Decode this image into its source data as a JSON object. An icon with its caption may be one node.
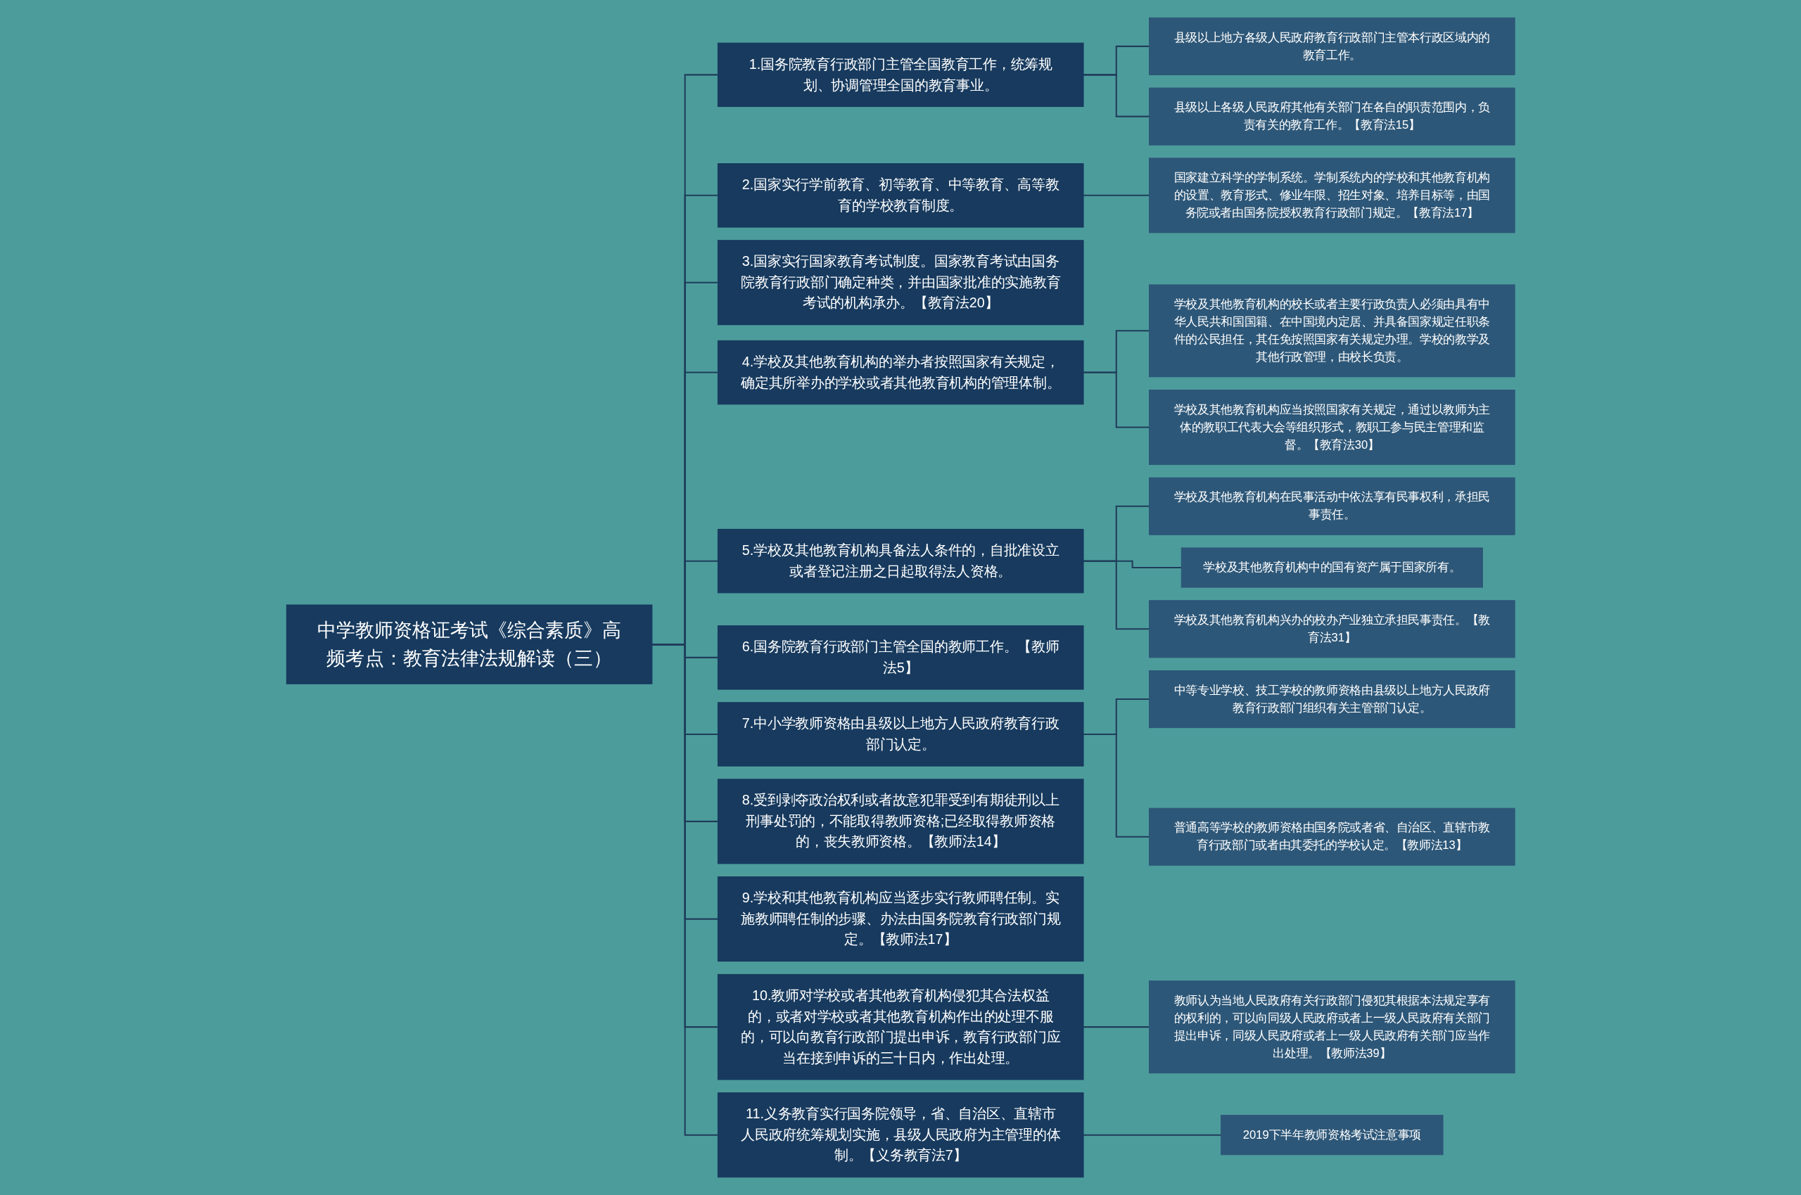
{
  "diagram": {
    "nodes": [
      {
        "text": [
          "中学教师资格证考试《综合素质》高频考点：教育法律法规解读（三）"
        ]
      },
      {
        "text": [
          "1.国务院教育行政部门主管全国教育工作，统筹规划、协调管理全国的教育事业。"
        ]
      },
      {
        "text": [
          "县级以上地方各级人民政府教育行政部门主管本行政区域内的教育工作。"
        ]
      },
      {
        "text": [
          "县级以上各级人民政府其他有关部门在各自的职责范围内，负责有关的教育工作。【教育法15】"
        ]
      },
      {
        "text": [
          "2.国家实行学前教育、初等教育、中等教育、高等教育的学校教育制度。"
        ]
      },
      {
        "text": [
          "国家建立科学的学制系统。学制系统内的学校和其他教育机构的设置、教育形式、修业年限、招生对象、培养目标等，由国务院或者由国务院授权教育行政部门规定。【教育法17】"
        ]
      },
      {
        "text": [
          "3.国家实行国家教育考试制度。国家教育考试由国务院教育行政部门确定种类，并由国家批准的实施教育考试的机构承办。【教育法20】"
        ]
      },
      {
        "text": [
          "4.学校及其他教育机构的举办者按照国家有关规定，确定其所举办的学校或者其他教育机构的管理体制。"
        ]
      },
      {
        "text": [
          "学校及其他教育机构的校长或者主要行政负责人必须由具有中华人民共和国国籍、在中国境内定居、并具备国家规定任职条件的公民担任，其任免按照国家有关规定办理。学校的教学及其他行政管理，由校长负责。"
        ]
      },
      {
        "text": [
          "学校及其他教育机构应当按照国家有关规定，通过以教师为主体的教职工代表大会等组织形式，教职工参与民主管理和监督。【教育法30】"
        ]
      },
      {
        "text": [
          "5.学校及其他教育机构具备法人条件的，自批准设立或者登记注册之日起取得法人资格。"
        ]
      },
      {
        "text": [
          "学校及其他教育机构在民事活动中依法享有民事权利，承担民事责任。"
        ]
      },
      {
        "text": [
          "学校及其他教育机构中的国有资产属于国家所有。"
        ]
      },
      {
        "text": [
          "学校及其他教育机构兴办的校办产业独立承担民事责任。【教育法31】"
        ]
      },
      {
        "text": [
          "6.国务院教育行政部门主管全国的教师工作。【教师法5】"
        ]
      },
      {
        "text": [
          "7.中小学教师资格由县级以上地方人民政府教育行政部门认定。"
        ]
      },
      {
        "text": [
          "中等专业学校、技工学校的教师资格由县级以上地方人民政府教育行政部门组织有关主管部门认定。"
        ]
      },
      {
        "text": [
          "普通高等学校的教师资格由国务院或者省、自治区、直辖市教育行政部门或者由其委托的学校认定。【教师法13】"
        ]
      },
      {
        "text": [
          "8.受到剥夺政治权利或者故意犯罪受到有期徒刑以上刑事处罚的，不能取得教师资格;已经取得教师资格的，丧失教师资格。【教师法14】"
        ]
      },
      {
        "text": [
          "9.学校和其他教育机构应当逐步实行教师聘任制。实施教师聘任制的步骤、办法由国务院教育行政部门规定。【教师法17】"
        ]
      },
      {
        "text": [
          "10.教师对学校或者其他教育机构侵犯其合法权益的，或者对学校或者其他教育机构作出的处理不服的，可以向教育行政部门提出申诉，教育行政部门应当在接到申诉的三十日内，作出处理。"
        ]
      },
      {
        "text": [
          "教师认为当地人民政府有关行政部门侵犯其根据本法规定享有的权利的，可以向同级人民政府或者上一级人民政府有关部门提出申诉，同级人民政府或者上一级人民政府有关部门应当作出处理。【教师法39】"
        ]
      },
      {
        "text": [
          "11.义务教育实行国务院领导，省、自治区、直辖市人民政府统筹规划实施，县级人民政府为主管理的体制。【义务教育法7】"
        ]
      },
      {
        "text": [
          "2019下半年教师资格考试注意事项"
        ]
      }
    ],
    "edges": [
      {
        "from": 0,
        "to": 1,
        "arrow": "none"
      },
      {
        "from": 1,
        "to": 2,
        "arrow": "none"
      },
      {
        "from": 1,
        "to": 3,
        "arrow": "none"
      },
      {
        "from": 0,
        "to": 4,
        "arrow": "none"
      },
      {
        "from": 4,
        "to": 5,
        "arrow": "none"
      },
      {
        "from": 0,
        "to": 6,
        "arrow": "none"
      },
      {
        "from": 0,
        "to": 7,
        "arrow": "none"
      },
      {
        "from": 7,
        "to": 8,
        "arrow": "none"
      },
      {
        "from": 7,
        "to": 9,
        "arrow": "none"
      },
      {
        "from": 0,
        "to": 10,
        "arrow": "none"
      },
      {
        "from": 10,
        "to": 11,
        "arrow": "none"
      },
      {
        "from": 10,
        "to": 12,
        "arrow": "none"
      },
      {
        "from": 10,
        "to": 13,
        "arrow": "none"
      },
      {
        "from": 0,
        "to": 14,
        "arrow": "none"
      },
      {
        "from": 0,
        "to": 15,
        "arrow": "none"
      },
      {
        "from": 15,
        "to": 16,
        "arrow": "none"
      },
      {
        "from": 15,
        "to": 17,
        "arrow": "none"
      },
      {
        "from": 0,
        "to": 18,
        "arrow": "none"
      },
      {
        "from": 0,
        "to": 19,
        "arrow": "none"
      },
      {
        "from": 0,
        "to": 20,
        "arrow": "none"
      },
      {
        "from": 20,
        "to": 21,
        "arrow": "none"
      },
      {
        "from": 0,
        "to": 22,
        "arrow": "none"
      },
      {
        "from": 22,
        "to": 23,
        "arrow": "none"
      }
    ]
  }
}
